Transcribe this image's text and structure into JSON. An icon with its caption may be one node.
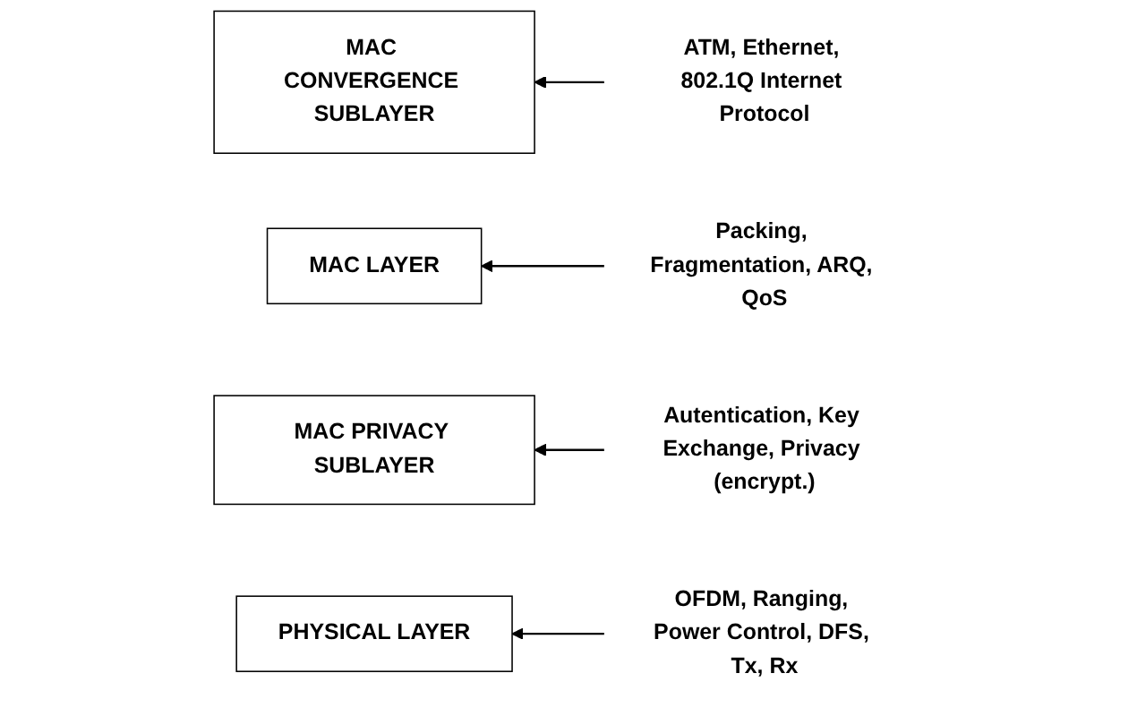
{
  "diagram": {
    "nodes": [
      {
        "text": [
          "MAC CONVERGENCE SUBLAYER"
        ]
      },
      {
        "text": [
          "ATM, Ethernet, 802.1Q Internet Protocol"
        ]
      },
      {
        "text": [
          "MAC LAYER"
        ]
      },
      {
        "text": [
          "Packing, Fragmentation, ARQ, QoS"
        ]
      },
      {
        "text": [
          "MAC PRIVACY SUBLAYER"
        ]
      },
      {
        "text": [
          "Autentication, Key Exchange, Privacy (encrypt.)"
        ]
      },
      {
        "text": [
          "PHYSICAL LAYER"
        ]
      },
      {
        "text": [
          "OFDM, Ranging, Power Control, DFS, Tx, Rx"
        ]
      }
    ],
    "edges": [
      {
        "from": 1,
        "to": 0,
        "arrow": "to"
      },
      {
        "from": 3,
        "to": 2,
        "arrow": "to"
      },
      {
        "from": 5,
        "to": 4,
        "arrow": "to"
      },
      {
        "from": 7,
        "to": 6,
        "arrow": "to"
      }
    ]
  }
}
